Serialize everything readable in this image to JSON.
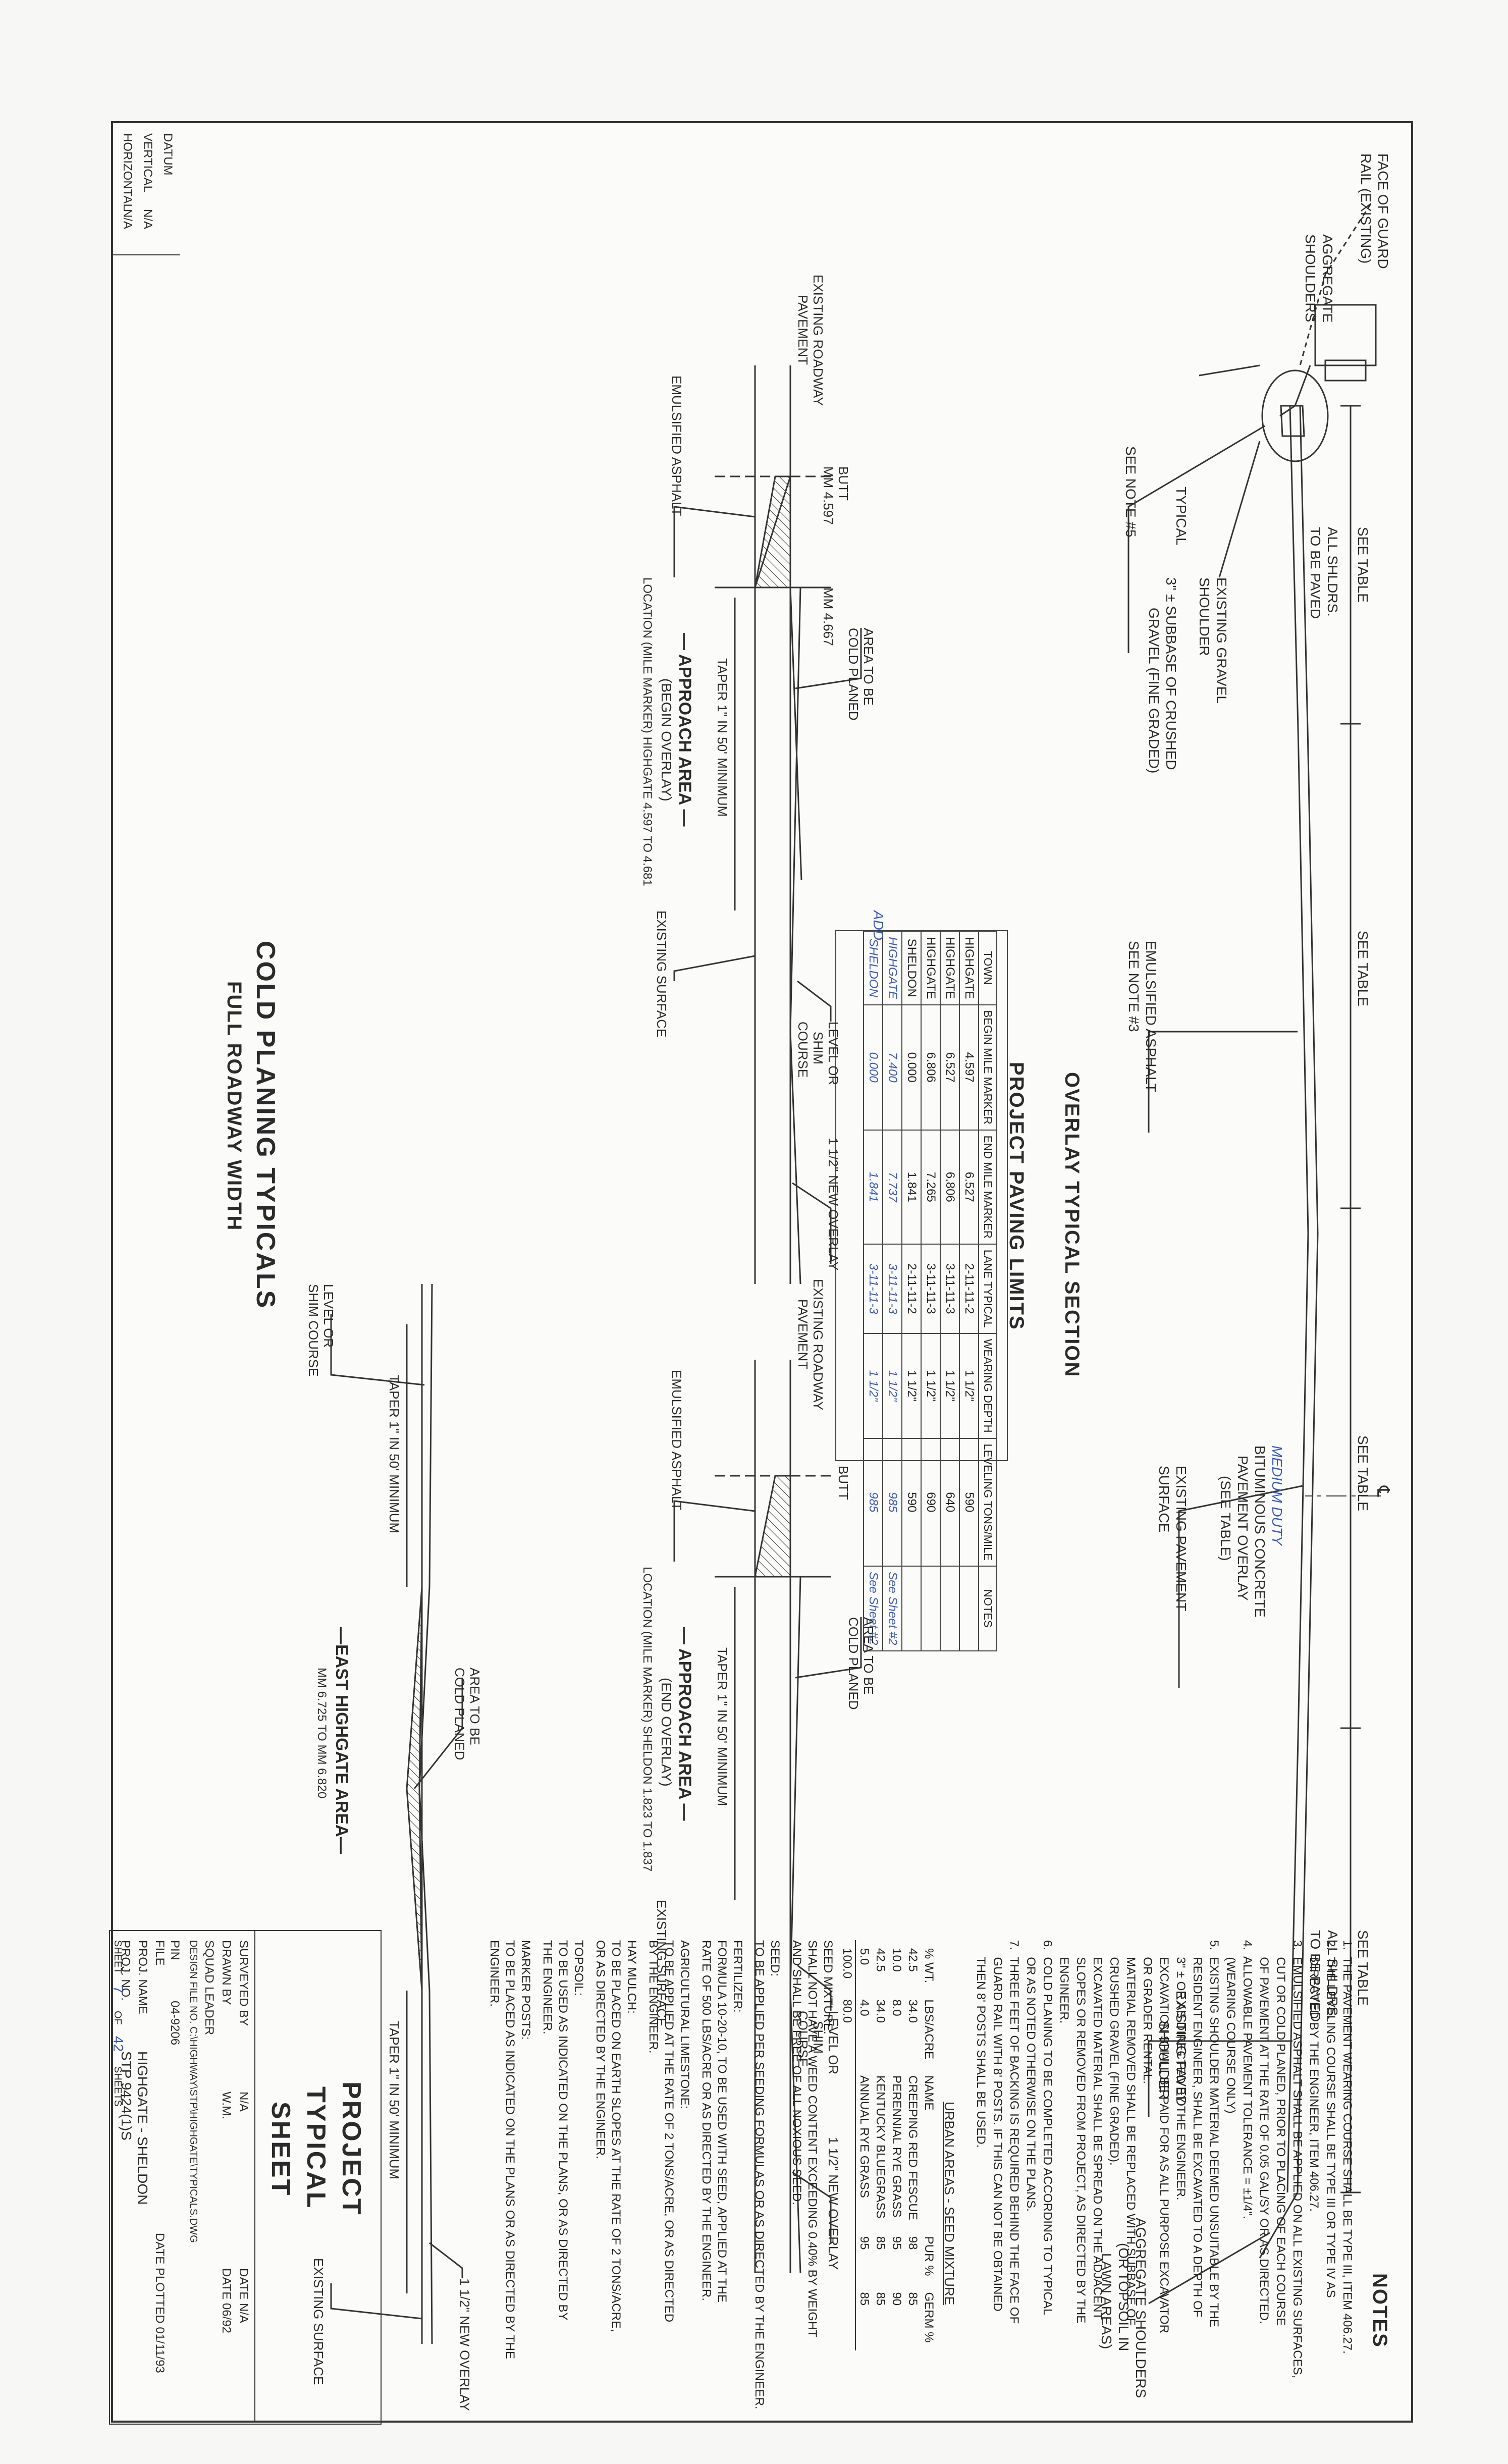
{
  "title_overlay": "OVERLAY TYPICAL SECTION",
  "title_limits": "PROJECT PAVING LIMITS",
  "title_cold": "COLD PLANING TYPICALS",
  "subtitle_cold": "FULL ROADWAY WIDTH",
  "overlay": {
    "labels": {
      "face_guard": "FACE OF GUARD",
      "face_guard2": "RAIL (EXISTING)",
      "agg_shoulders": "AGGREGATE",
      "agg_shoulders2": "SHOULDERS",
      "see_table_1": "SEE TABLE",
      "all_shldrs_1": "ALL SHLDRS.",
      "to_be_paved_1": "TO BE PAVED",
      "see_table_2": "SEE TABLE",
      "cl": "℄",
      "see_table_3": "SEE TABLE",
      "see_table_4": "SEE TABLE",
      "all_shldrs_4": "ALL SHLDRS.",
      "to_be_paved_4": "TO BE PAVED",
      "existing_gravel": "EXISTING GRAVEL",
      "shoulder": "SHOULDER",
      "subbase": "3\" ± SUBBASE OF CRUSHED",
      "gravel_fine": "GRAVEL (FINE GRADED)",
      "typical": "TYPICAL",
      "see_note5": "SEE NOTE #5",
      "emulsified": "EMULSIFIED ASPHALT",
      "see_note3": "SEE NOTE #3",
      "existing_pav": "EXISTING PAVEMENT",
      "surface": "SURFACE",
      "bituminous": "BITUMINOUS CONCRETE",
      "pavement_overlay": "PAVEMENT OVERLAY",
      "see_table_p": "(SEE TABLE)",
      "medium_duty": "MEDIUM DUTY",
      "existing_paved": "EXISTING PAVED",
      "shoulder2": "SHOULDER",
      "agg_shoulders_r": "AGGREGATE SHOULDERS",
      "or_topsoil": "(OR TOPSOIL IN",
      "lawn_areas": "LAWN AREAS)"
    }
  },
  "limits": {
    "headers": [
      "TOWN",
      "BEGIN MILE MARKER",
      "END MILE MARKER",
      "LANE TYPICAL",
      "WEARING DEPTH",
      "LEVELING TONS/MILE",
      "NOTES"
    ],
    "rows": [
      [
        "HIGHGATE",
        "4.597",
        "6.527",
        "2-11-11-2",
        "1 1/2\"",
        "590",
        ""
      ],
      [
        "HIGHGATE",
        "6.527",
        "6.806",
        "3-11-11-3",
        "1 1/2\"",
        "640",
        ""
      ],
      [
        "HIGHGATE",
        "6.806",
        "7.265",
        "3-11-11-3",
        "1 1/2\"",
        "690",
        ""
      ],
      [
        "SHELDON",
        "0.000",
        "1.841",
        "2-11-11-2",
        "1 1/2\"",
        "590",
        ""
      ],
      [
        "HIGHGATE",
        "7.400",
        "7.737",
        "3-11-11-3",
        "1 1/2\"",
        "985",
        "See Sheet #2"
      ],
      [
        "SHELDON",
        "0.000",
        "1.841",
        "3-11-11-3",
        "1 1/2\"",
        "985",
        "See Sheet #2"
      ]
    ],
    "hand_note": "ADD"
  },
  "approach_begin": {
    "butt": "BUTT",
    "mm1": "MM 4.597",
    "mm2": "MM 4.667",
    "existing_roadway": "EXISTING ROADWAY",
    "pavement": "PAVEMENT",
    "emulsified": "EMULSIFIED ASPHALT",
    "area_cold": "AREA TO BE",
    "cold_planed": "COLD PLANED",
    "taper": "TAPER 1\" IN 50' MINIMUM",
    "leveling": "LEVEL OR",
    "shim": "SHIM",
    "course": "COURSE",
    "new_overlay": "1 1/2\" NEW OVERLAY",
    "existing_surface": "EXISTING SURFACE",
    "title": "— APPROACH   AREA —",
    "sub": "(BEGIN OVERLAY)",
    "loc": "LOCATION (MILE MARKER) HIGHGATE 4.597  TO 4.681"
  },
  "approach_end": {
    "butt": "BUTT",
    "existing_roadway": "EXISTING ROADWAY",
    "pavement": "PAVEMENT",
    "emulsified": "EMULSIFIED ASPHALT",
    "area_cold": "AREA TO BE",
    "cold_planed": "COLD PLANED",
    "taper": "TAPER 1\" IN 50' MINIMUM",
    "leveling": "LEVEL OR",
    "shim": "SHIM",
    "course": "COURSE",
    "new_overlay": "1 1/2\" NEW OVERLAY",
    "existing_surface": "EXISTING SURFACE",
    "title": "— APPROACH   AREA —",
    "sub": "(END OVERLAY)",
    "loc": "LOCATION (MILE MARKER) SHELDON 1.823  TO 1.837"
  },
  "east_highgate": {
    "level": "LEVEL OR",
    "shim": "SHIM COURSE",
    "taper1": "TAPER 1\" IN 50' MINIMUM",
    "area_cold": "AREA TO BE",
    "cold_planed": "COLD PLANED",
    "taper2": "TAPER 1\" IN 50' MINIMUM",
    "new_overlay": "1 1/2\" NEW OVERLAY",
    "existing_surface": "EXISTING SURFACE",
    "title": "—EAST HIGHGATE AREA—",
    "mm": "MM 6.725  TO MM 6.820"
  },
  "datum": {
    "label": "DATUM",
    "vertical": "VERTICAL",
    "vertical_val": "N/A",
    "horizontal": "HORIZONTAL",
    "horizontal_val": "N/A"
  },
  "notes": {
    "title": "NOTES",
    "items": [
      "1.  THE PAVEMENT WEARING COURSE SHALL BE TYPE III, ITEM 406.27.",
      "2.  THE LEVELING COURSE SHALL BE TYPE III OR TYPE IV AS",
      "     DIRECTED BY THE ENGINEER, ITEM 406.27.",
      "3.  EMULSIFIED ASPHALT SHALL BE APPLIED ON ALL EXISTING SURFACES,",
      "     CUT OR COLD PLANED, PRIOR TO PLACING OF EACH COURSE",
      "     OF PAVEMENT AT THE RATE OF 0.05 GAL/SY OR AS DIRECTED.",
      "4.  ALLOWABLE PAVEMENT TOLERANCE = ±1/4\".",
      "     (WEARING COURSE ONLY)",
      "5.  EXISTING SHOULDER MATERIAL DEEMED UNSUITABLE BY THE",
      "     RESIDENT ENGINEER, SHALL BE EXCAVATED TO A DEPTH OF",
      "     3\" ± OR AS DIRECTED BY THE ENGINEER.",
      "     EXCAVATION SHALL BE PAID FOR AS ALL PURPOSE EXCAVATOR",
      "     OR GRADER RENTAL.",
      "     MATERIAL REMOVED SHALL BE REPLACED WITH SUBBASE OF",
      "     CRUSHED GRAVEL (FINE GRADED).",
      "     EXCAVATED MATERIAL SHALL BE SPREAD ON THE ADJACENT",
      "     SLOPES OR REMOVED FROM PROJECT, AS DIRECTED BY THE",
      "     ENGINEER.",
      "6.  COLD PLANING TO BE COMPLETED ACCORDING TO TYPICAL",
      "     OR AS NOTED OTHERWISE ON THE PLANS.",
      "7.  THREE FEET OF BACKING IS REQUIRED BEHIND THE FACE OF",
      "     GUARD RAIL WITH 8' POSTS. IF THIS CAN NOT BE OBTAINED",
      "     THEN 8' POSTS SHALL BE USED."
    ],
    "seed_title": "URBAN AREAS - SEED MIXTURE",
    "seed_headers": [
      "% WT.",
      "LBS/ACRE",
      "NAME",
      "PUR %",
      "GERM %"
    ],
    "seed_rows": [
      [
        "42.5",
        "34.0",
        "CREEPING RED FESCUE",
        "98",
        "85"
      ],
      [
        "10.0",
        "8.0",
        "PERENNIAL RYE GRASS",
        "95",
        "90"
      ],
      [
        "42.5",
        "34.0",
        "KENTUCKY BLUEGRASS",
        "85",
        "85"
      ],
      [
        "5.0",
        "4.0",
        "ANNUAL RYE GRASS",
        "95",
        "85"
      ],
      [
        "100.0",
        "80.0",
        "",
        "",
        ""
      ]
    ],
    "seed_paras": [
      "SEED MIXTURE:",
      "SHALL NOT HAVE A WEED CONTENT EXCEEDING 0.40% BY WEIGHT",
      "AND SHALL BE FREE OF ALL NOXIOUS SEED.",
      "",
      "SEED:",
      "TO BE APPLIED PER SEEDING FORMULAS OR AS DIRECTED BY THE ENGINEER.",
      "",
      "FERTILIZER:",
      "FORMULA 10-20-10, TO BE USED WITH SEED, APPLIED AT THE",
      "RATE OF 500 LBS/ACRE OR AS DIRECTED BY THE ENGINEER.",
      "",
      "AGRICULTURAL LIMESTONE:",
      "TO BE APPLIED AT THE RATE OF 2 TONS/ACRE, OR AS DIRECTED",
      "BY THE ENGINEER.",
      "",
      "HAY MULCH:",
      "TO BE PLACED ON EARTH SLOPES AT THE RATE OF 2 TONS/ACRE,",
      "OR AS DIRECTED BY THE ENGINEER.",
      "",
      "TOPSOIL:",
      "TO BE USED AS INDICATED ON THE PLANS, OR AS DIRECTED BY",
      "THE ENGINEER.",
      "",
      "MARKER POSTS:",
      "TO BE PLACED AS INDICATED ON THE PLANS OR AS DIRECTED BY THE ENGINEER."
    ]
  },
  "title_block": {
    "heading1": "PROJECT",
    "heading2": "TYPICAL",
    "heading3": "SHEET",
    "surveyed_by": "SURVEYED BY",
    "surveyed_val": "N/A",
    "surveyed_date": "DATE N/A",
    "drawn_by": "DRAWN BY",
    "drawn_val": "W.M.",
    "drawn_date": "DATE 06/92",
    "squad_leader": "SQUAD LEADER",
    "design_file": "DESIGN FILE NO. C:\\HIGHWAY\\STP\\HIGHGATE\\TYPICALS.DWG",
    "pin": "PIN",
    "pin_val": "04-9206",
    "file": "FILE",
    "plotted": "DATE PLOTTED 01/11/93",
    "proj_name": "PROJ. NAME",
    "proj_name_val": "HIGHGATE - SHELDON",
    "proj_no": "PROJ. NO.",
    "proj_no_val": "STP 9424(1)S",
    "sheet": "SHEET",
    "sheet_val": "7",
    "of": "OF",
    "of_val": "42",
    "sheets": "SHEETS"
  }
}
